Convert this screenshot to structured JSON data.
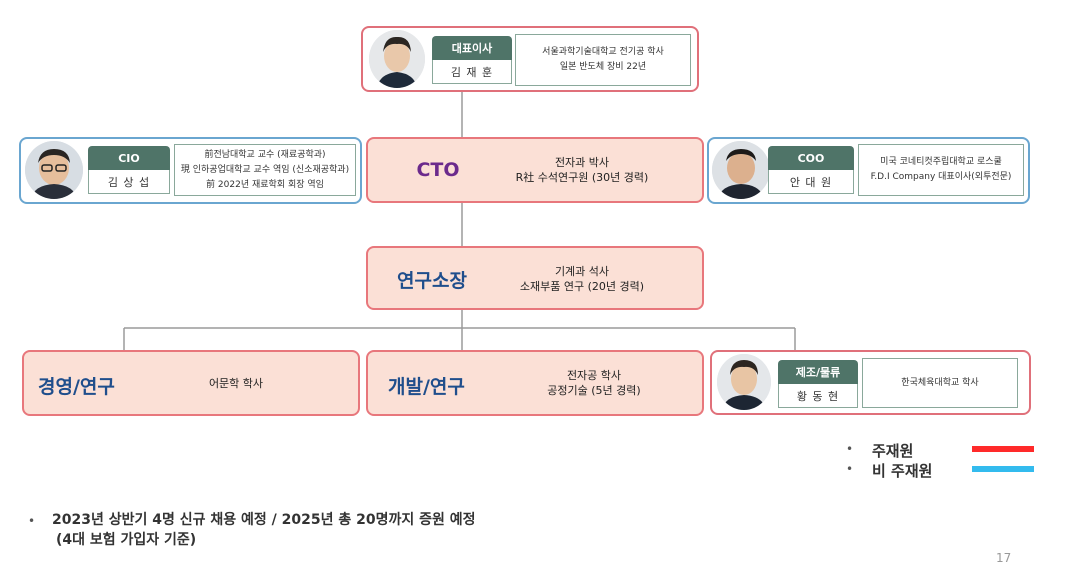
{
  "ceo": {
    "role": "대표이사",
    "name": "김 재 훈",
    "desc": [
      "서울과학기술대학교 전기공 학사",
      "일본 반도체 장비 22년"
    ]
  },
  "cio": {
    "role": "CIO",
    "name": "김 상 섭",
    "desc": [
      "前전남대학교 교수 (재료공학과)",
      "現 인하공업대학교 교수 역임 (신소재공학과)",
      "前 2022년 재료학회 회장 역임"
    ]
  },
  "cto": {
    "role": "CTO",
    "desc": [
      "전자과 박사",
      "R社 수석연구원 (30년 경력)"
    ]
  },
  "coo": {
    "role": "COO",
    "name": "안 대 원",
    "desc": [
      "미국 코네티컷주립대학교 로스쿨",
      "F.D.I Company 대표이사(외투전문)"
    ]
  },
  "lab": {
    "role": "연구소장",
    "desc": [
      "기계과 석사",
      "소재부품 연구 (20년 경력)"
    ]
  },
  "mgmt": {
    "role": "경영/연구",
    "desc": "어문학 학사"
  },
  "dev": {
    "role": "개발/연구",
    "desc": [
      "전자공 학사",
      "공정기술 (5년 경력)"
    ]
  },
  "prod": {
    "role": "제조/물류",
    "name": "황 동 현",
    "desc": "한국체육대학교 학사"
  },
  "legend": {
    "items": [
      {
        "label": "주재원",
        "color": "#ff2a2a"
      },
      {
        "label": "비 주재원",
        "color": "#33bbee"
      }
    ]
  },
  "note": {
    "line1": "2023년 상반기 4명 신규 채용 예정 / 2025년 총 20명까지 증원 예정",
    "line2": "(4대 보험 가입자 기준)"
  },
  "page_number": "17",
  "colors": {
    "role_tag": "#4f7468",
    "frame_red": "#e0707a",
    "frame_blue": "#6aa6d0",
    "box_fill": "#fbe0d6",
    "cto_text": "#6b2a8c",
    "dept_text": "#1f4e8c"
  }
}
